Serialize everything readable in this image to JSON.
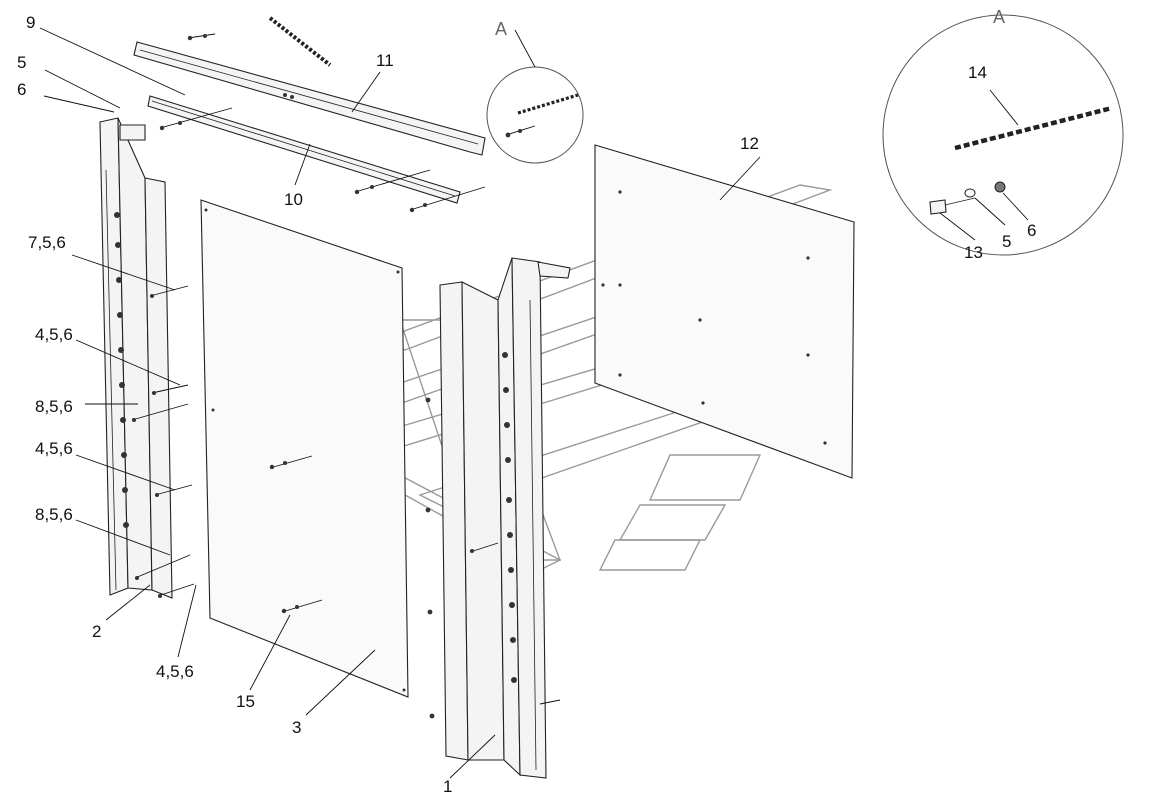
{
  "diagram": {
    "callouts": {
      "p1": "1",
      "p2": "2",
      "p3": "3",
      "p5": "5",
      "p6": "6",
      "p9": "9",
      "p10": "10",
      "p11": "11",
      "p12": "12",
      "p15": "15",
      "g756": "7,5,6",
      "g456a": "4,5,6",
      "g856a": "8,5,6",
      "g456b": "4,5,6",
      "g856b": "8,5,6",
      "g456c": "4,5,6"
    },
    "detail_a": {
      "view_label_small": "A",
      "view_label_large": "A",
      "p14": "14",
      "p13": "13",
      "p5": "5",
      "p6": "6"
    }
  }
}
